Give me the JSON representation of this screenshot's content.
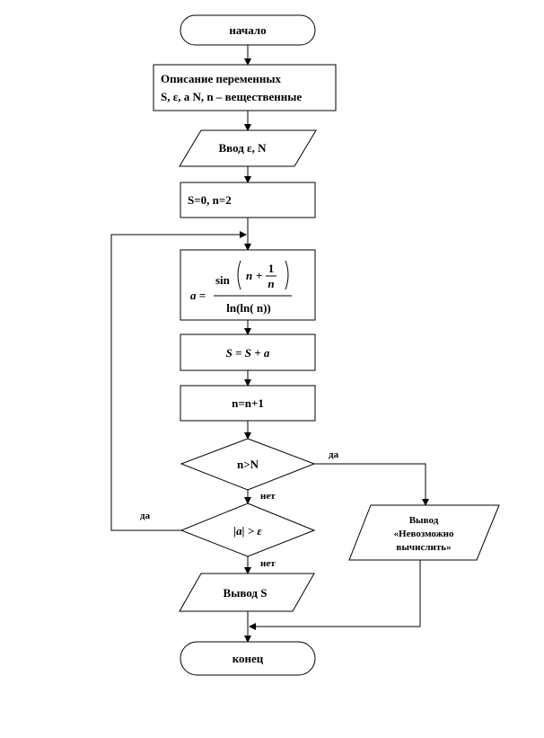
{
  "flowchart": {
    "start": "начало",
    "declare_line1": "Описание переменных",
    "declare_line2": "S, ε, a N, n – вещественные",
    "input": "Ввод ε, N",
    "init": "S=0, n=2",
    "formula": {
      "lhs": "a =",
      "sin": "sin",
      "n": "n",
      "plus": "+",
      "one": "1",
      "den": "ln(ln( n))"
    },
    "update_sum": "S = S + a",
    "increment": "n=n+1",
    "cond1": "n>N",
    "cond2": "|a| > ε",
    "yes1": "да",
    "no1": "нет",
    "yes2": "да",
    "no2": "нет",
    "output_error_line1": "Вывод",
    "output_error_line2": "«Невозможно",
    "output_error_line3": "вычислить»",
    "output": "Вывод S",
    "end": "конец"
  }
}
